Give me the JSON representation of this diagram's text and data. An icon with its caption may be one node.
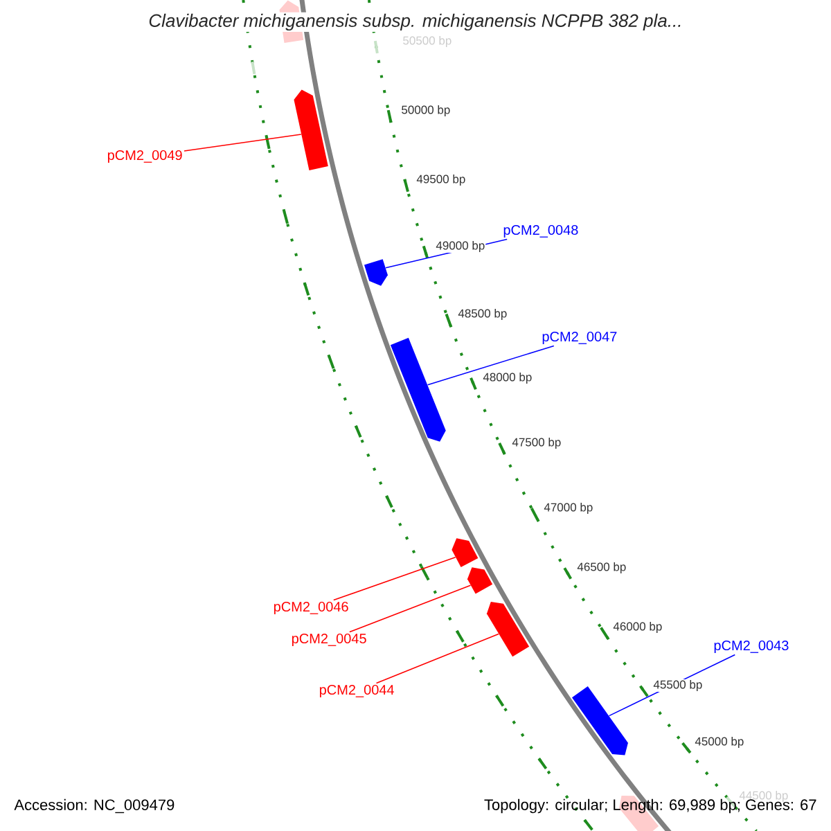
{
  "diagram": {
    "title": "Clavibacter michiganensis subsp. michiganensis NCPPB 382 pla...",
    "nodes": [
      {
        "text": [
          "pCM2_0049"
        ]
      },
      {
        "text": [
          "pCM2_0048"
        ]
      },
      {
        "text": [
          "pCM2_0047"
        ]
      },
      {
        "text": [
          "pCM2_0046"
        ]
      },
      {
        "text": [
          "pCM2_0045"
        ]
      },
      {
        "text": [
          "pCM2_0044"
        ]
      },
      {
        "text": [
          "pCM2_0043"
        ]
      },
      {
        "text": [],
        "shape": "arrow"
      },
      {
        "text": [],
        "shape": "arrow"
      },
      {
        "text": [],
        "shape": "arrow"
      },
      {
        "text": [],
        "shape": "arrow"
      },
      {
        "text": [],
        "shape": "arrow"
      },
      {
        "text": [],
        "shape": "arrow"
      },
      {
        "text": [],
        "shape": "arrow"
      }
    ],
    "edges": [
      {
        "from": 0,
        "to": 7,
        "arrow": "none",
        "color": "#ff0000"
      },
      {
        "from": 1,
        "to": 8,
        "arrow": "none",
        "color": "#0000ff"
      },
      {
        "from": 2,
        "to": 9,
        "arrow": "none",
        "color": "#0000ff"
      },
      {
        "from": 3,
        "to": 10,
        "arrow": "none",
        "color": "#ff0000"
      },
      {
        "from": 4,
        "to": 11,
        "arrow": "none",
        "color": "#ff0000"
      },
      {
        "from": 5,
        "to": 12,
        "arrow": "none",
        "color": "#ff0000"
      },
      {
        "from": 6,
        "to": 13,
        "arrow": "none",
        "color": "#0000ff"
      }
    ],
    "labels": [
      "50500 bp",
      "50000 bp",
      "49500 bp",
      "49000 bp",
      "48500 bp",
      "48000 bp",
      "47500 bp",
      "47000 bp",
      "46500 bp",
      "46000 bp",
      "45500 bp",
      "45000 bp",
      "44500 bp",
      "Accession: NC_009479",
      "Topology: circular; Length: 69,989 bp; Genes: 67"
    ]
  }
}
